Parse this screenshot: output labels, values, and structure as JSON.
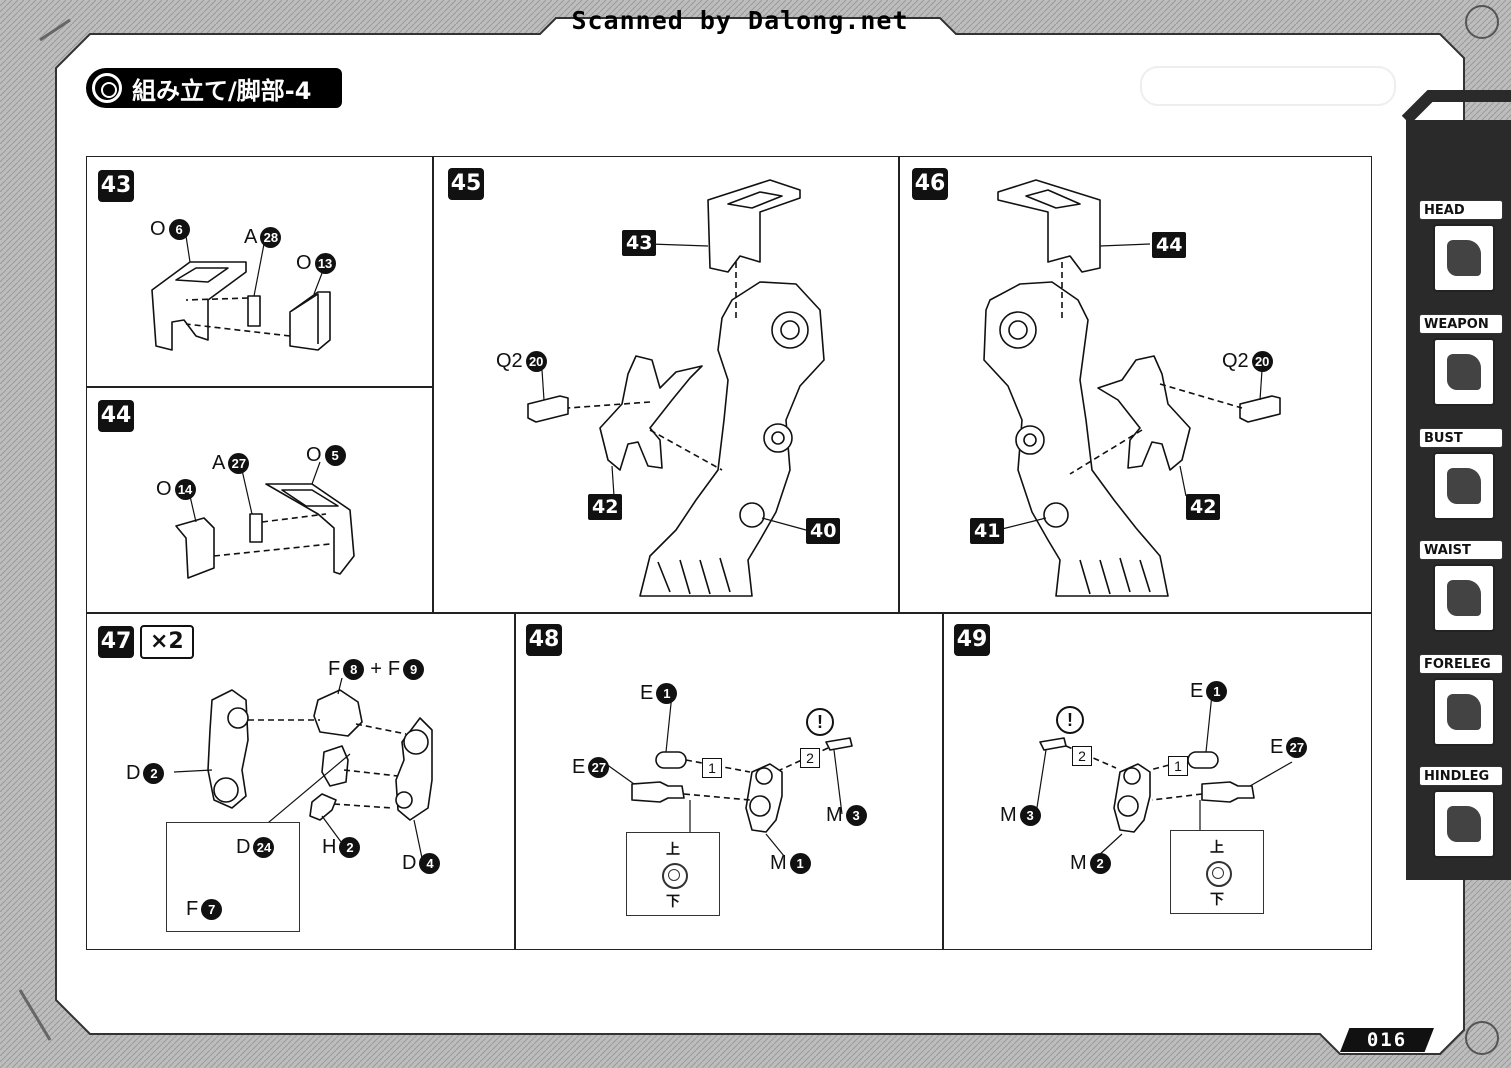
{
  "header": {
    "scanned_by": "Scanned by Dalong.net",
    "title": "組み立て/脚部-4"
  },
  "steps": [
    {
      "num": "43",
      "labels": [
        {
          "letter": "O",
          "part": "6"
        },
        {
          "letter": "A",
          "part": "28"
        },
        {
          "letter": "O",
          "part": "13"
        }
      ]
    },
    {
      "num": "44",
      "labels": [
        {
          "letter": "A",
          "part": "27"
        },
        {
          "letter": "O",
          "part": "5"
        },
        {
          "letter": "O",
          "part": "14"
        }
      ]
    },
    {
      "num": "45",
      "labels": [
        {
          "letter": "Q2",
          "part": "20"
        }
      ],
      "callouts": [
        "43",
        "42",
        "40"
      ]
    },
    {
      "num": "46",
      "labels": [
        {
          "letter": "Q2",
          "part": "20"
        }
      ],
      "callouts": [
        "44",
        "41",
        "42"
      ]
    },
    {
      "num": "47",
      "multiplier": "×2",
      "labels": [
        {
          "letter": "F",
          "part": "8"
        },
        {
          "letter": "F",
          "part": "9"
        },
        {
          "letter": "D",
          "part": "2"
        },
        {
          "letter": "H",
          "part": "2"
        },
        {
          "letter": "D",
          "part": "4"
        },
        {
          "letter": "D",
          "part": "24"
        },
        {
          "letter": "F",
          "part": "7"
        }
      ],
      "plus": "+"
    },
    {
      "num": "48",
      "labels": [
        {
          "letter": "E",
          "part": "1"
        },
        {
          "letter": "E",
          "part": "27"
        },
        {
          "letter": "M",
          "part": "3"
        },
        {
          "letter": "M",
          "part": "1"
        }
      ],
      "order": [
        "1",
        "2"
      ],
      "warn": "!",
      "inset": {
        "top": "上",
        "bottom": "下"
      }
    },
    {
      "num": "49",
      "labels": [
        {
          "letter": "E",
          "part": "1"
        },
        {
          "letter": "E",
          "part": "27"
        },
        {
          "letter": "M",
          "part": "3"
        },
        {
          "letter": "M",
          "part": "2"
        }
      ],
      "order": [
        "1",
        "2"
      ],
      "warn": "!",
      "inset": {
        "top": "上",
        "bottom": "下"
      }
    }
  ],
  "side_tabs": [
    {
      "label": "HEAD",
      "icon": "head-icon"
    },
    {
      "label": "WEAPON",
      "icon": "weapon-icon"
    },
    {
      "label": "BUST",
      "icon": "bust-icon"
    },
    {
      "label": "WAIST",
      "icon": "waist-icon"
    },
    {
      "label": "FORELEG",
      "icon": "foreleg-icon"
    },
    {
      "label": "HINDLEG",
      "icon": "hindleg-icon"
    }
  ],
  "page_number": "016"
}
